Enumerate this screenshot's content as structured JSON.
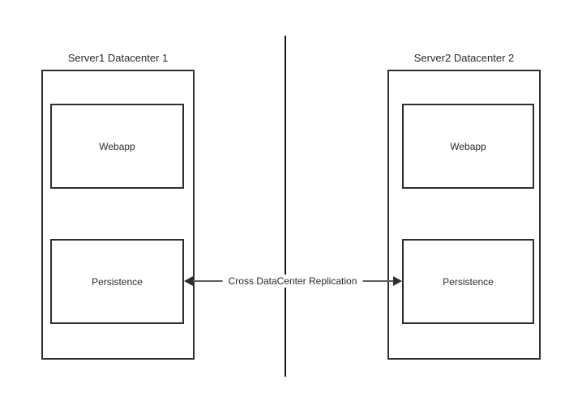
{
  "diagram": {
    "type": "architecture-diagram",
    "background_color": "#ffffff",
    "stroke_color": "#2e2e2e",
    "divider_color": "#141414",
    "groups": [
      {
        "title": "Server1 Datacenter 1",
        "boxes": [
          {
            "label": "Webapp"
          },
          {
            "label": "Persistence"
          }
        ]
      },
      {
        "title": "Server2 Datacenter 2",
        "boxes": [
          {
            "label": "Webapp"
          },
          {
            "label": "Persistence"
          }
        ]
      }
    ],
    "connector": {
      "label": "Cross DataCenter Replication",
      "style": "double-arrow"
    }
  }
}
